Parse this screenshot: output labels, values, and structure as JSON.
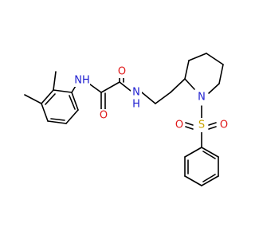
{
  "molecule": {
    "atoms": {
      "nh_left": {
        "label": "NH",
        "color": "#1f1fd0"
      },
      "nh_right": {
        "label": "N",
        "label_h": "H",
        "color": "#1f1fd0"
      },
      "o_top": {
        "label": "O",
        "color": "#e0191a"
      },
      "o_bottom": {
        "label": "O",
        "color": "#e0191a"
      },
      "n_pip": {
        "label": "N",
        "color": "#1f1fd0"
      },
      "s": {
        "label": "S",
        "color": "#c9a400"
      },
      "o_s_left": {
        "label": "O",
        "color": "#e0191a"
      },
      "o_s_right": {
        "label": "O",
        "color": "#e0191a"
      }
    },
    "bond_color": "#000000"
  }
}
